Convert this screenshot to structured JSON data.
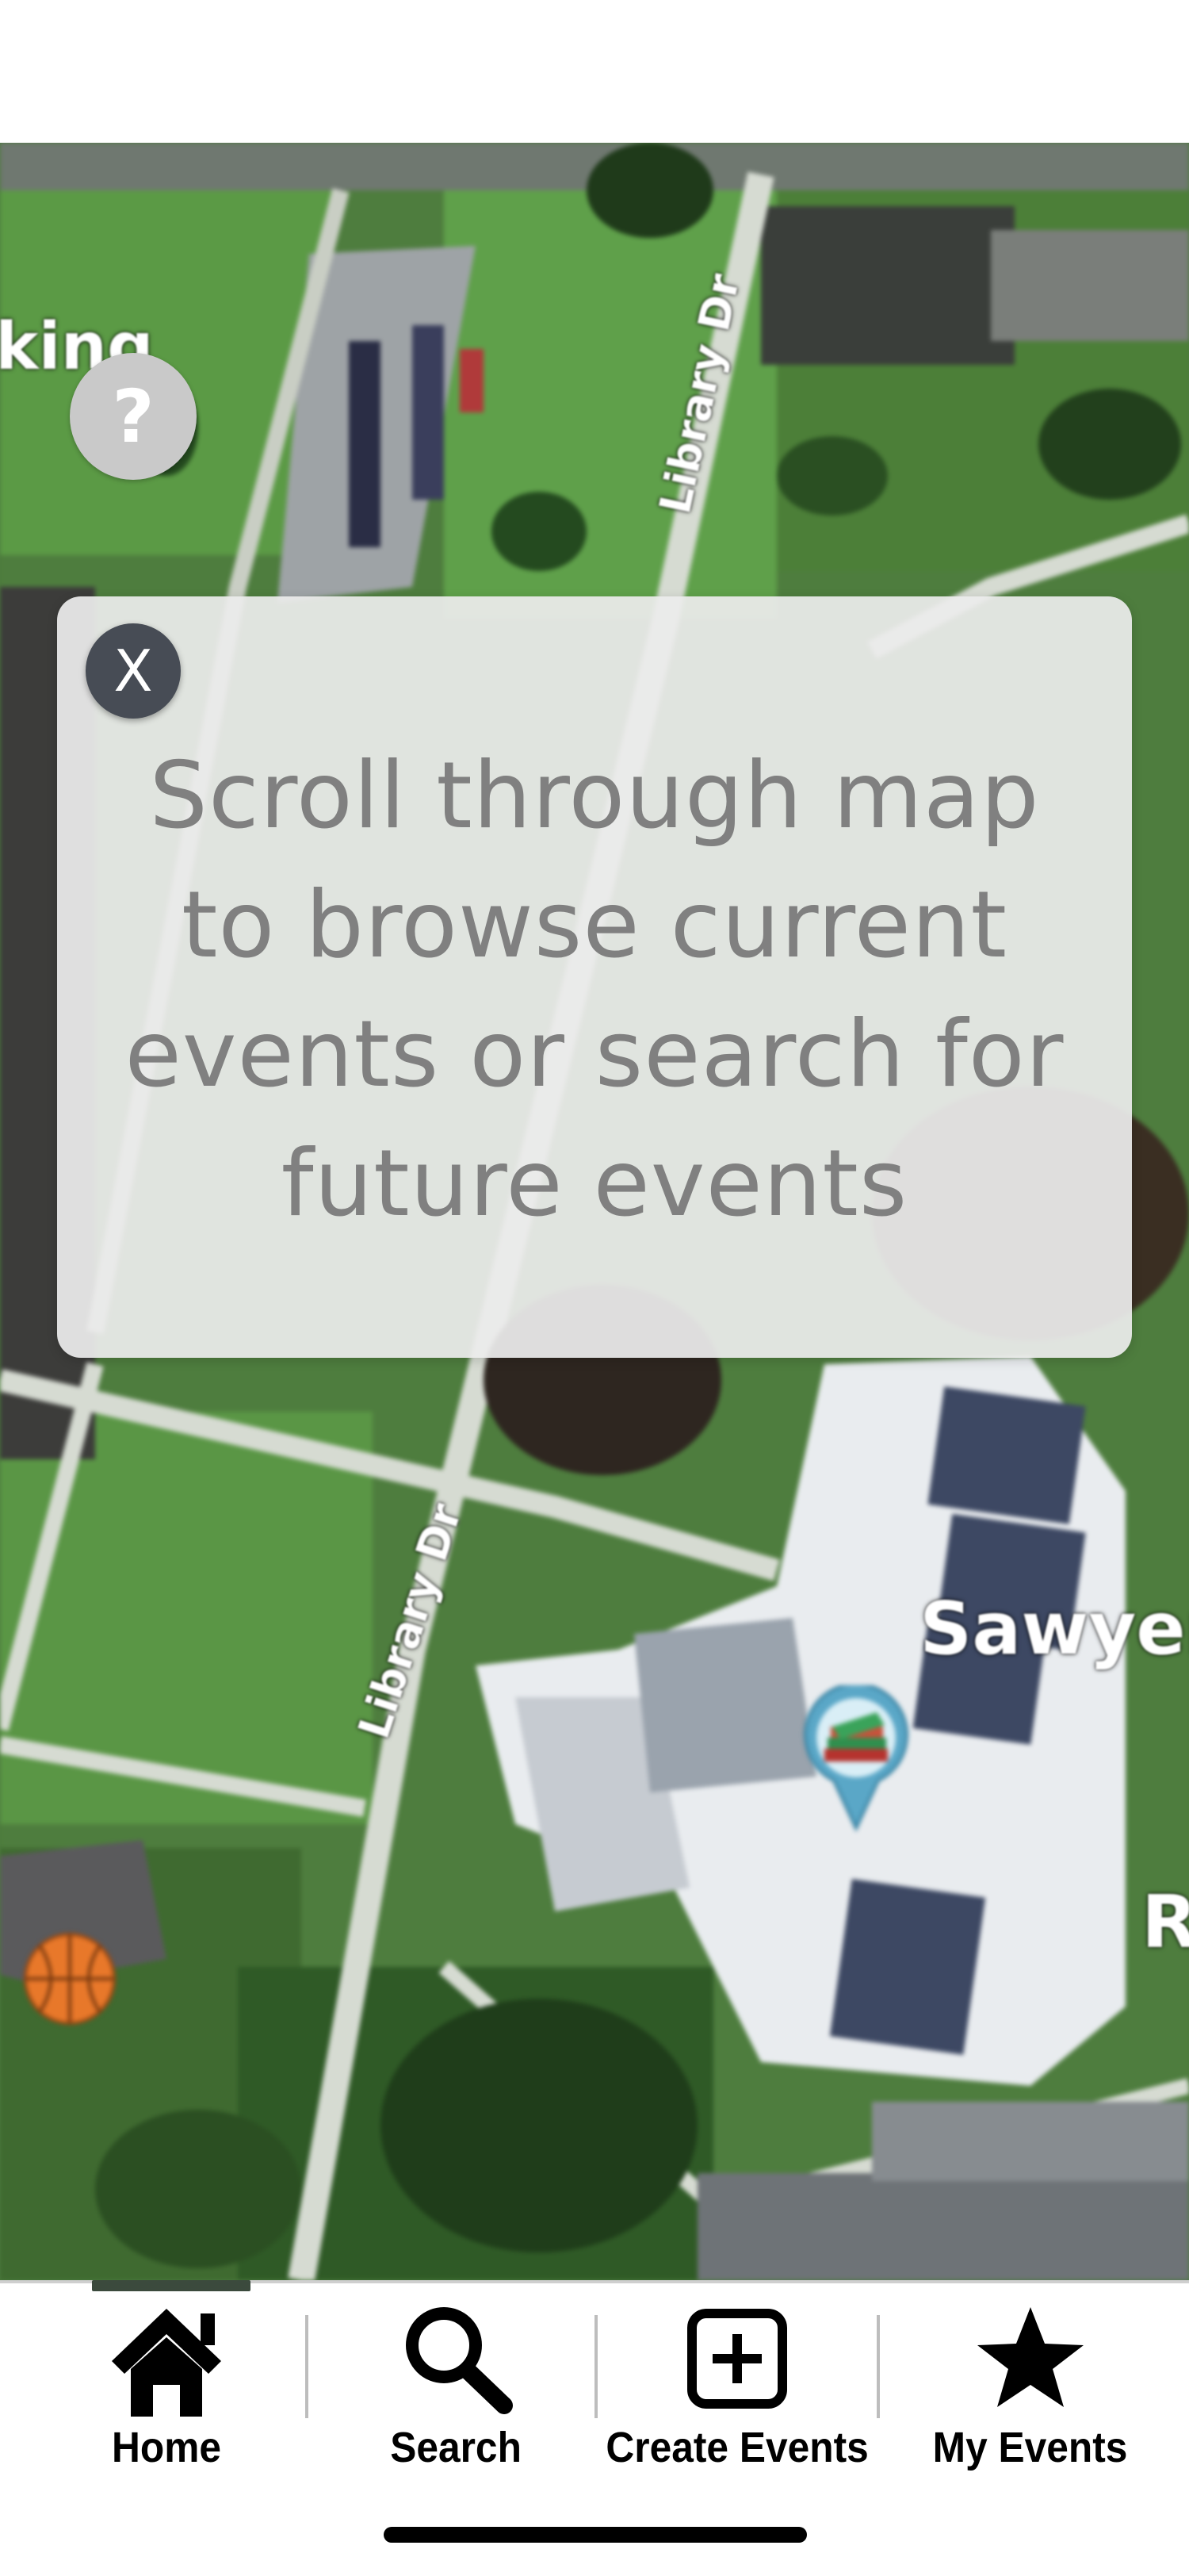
{
  "help_button": {
    "label": "?"
  },
  "map": {
    "labels": {
      "parking_fragment": "king",
      "sawyer": "Sawyer",
      "r_fragment": "R",
      "library_dr_top": "Library Dr",
      "library_dr_bottom": "Library Dr"
    },
    "pins": {
      "sawyer_icon": "books-map-pin-icon",
      "sports_icon": "basketball-icon"
    }
  },
  "modal": {
    "close_label": "X",
    "lines": [
      "Scroll through map",
      "to browse current",
      "events or search for",
      "future events"
    ]
  },
  "tab_bar": {
    "active_tab": "Home",
    "tabs": [
      {
        "label": "Home",
        "icon": "home-icon"
      },
      {
        "label": "Search",
        "icon": "search-icon"
      },
      {
        "label": "Create Events",
        "icon": "plus-square-icon"
      },
      {
        "label": "My Events",
        "icon": "star-icon"
      }
    ]
  },
  "colors": {
    "modal_text": "#808080",
    "close_button": "#474c55",
    "help_button": "#c9c9c9",
    "tab_indicator": "#3b4a3d"
  }
}
